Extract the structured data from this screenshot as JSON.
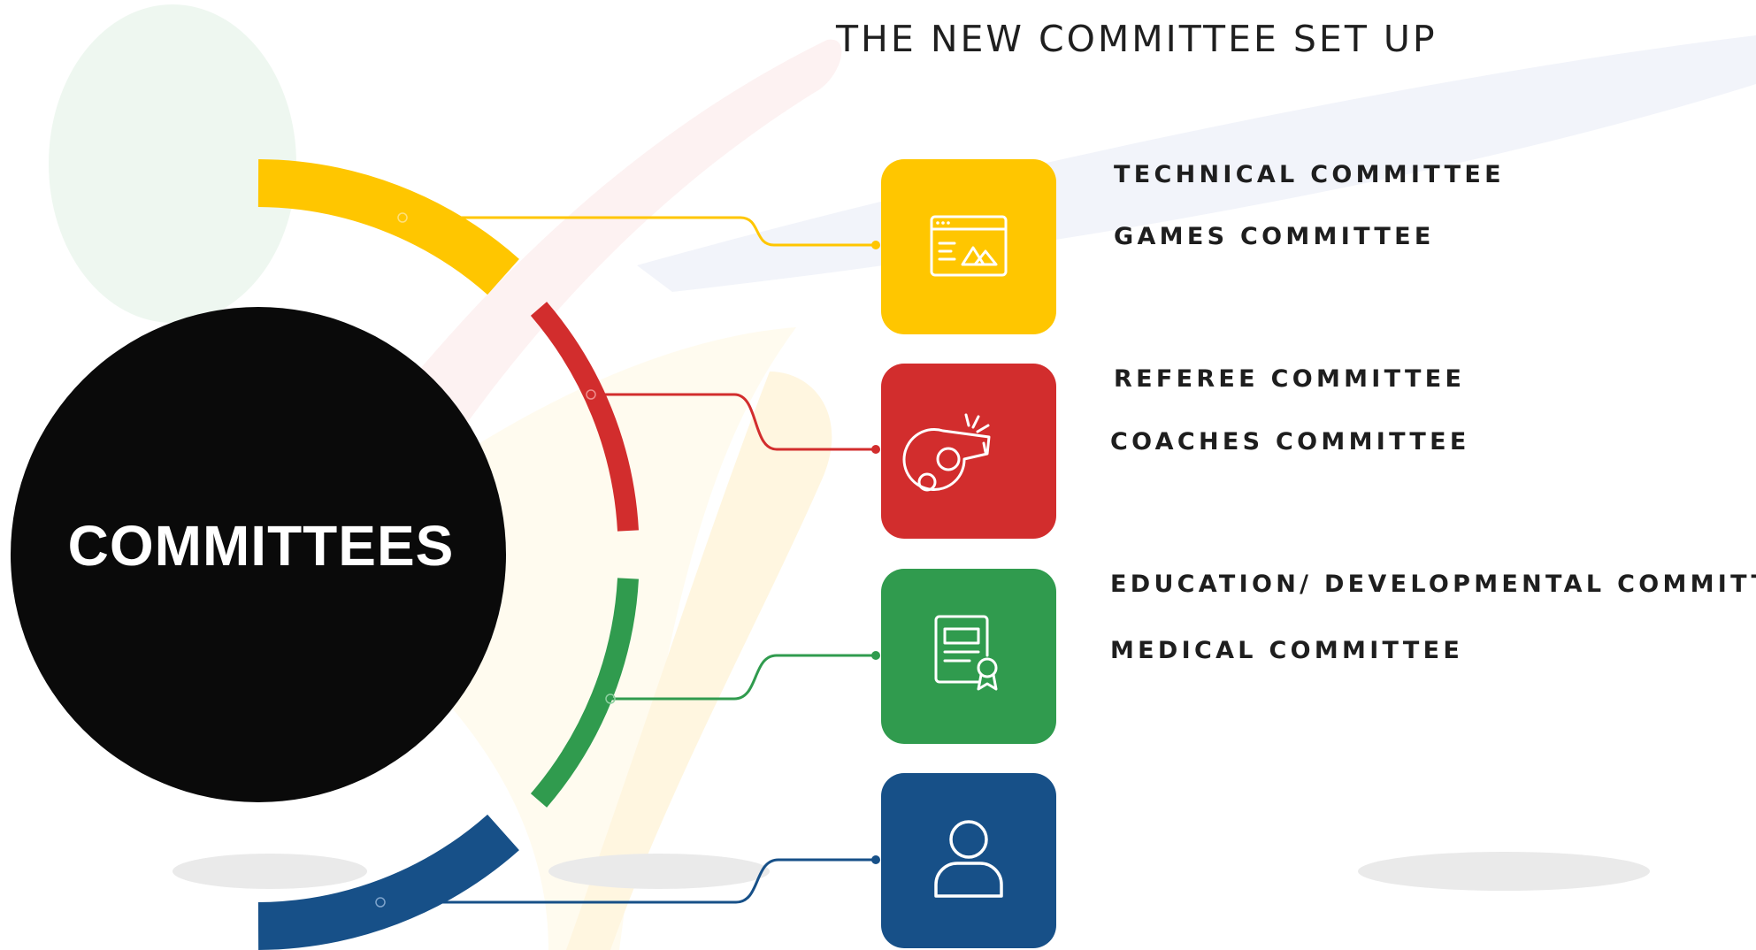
{
  "slide": {
    "title": "THE NEW COMMITTEE SET UP",
    "hub_label": "COMMITTEES"
  },
  "colors": {
    "yellow": "#FFC600",
    "red": "#D22D2D",
    "green": "#309B4E",
    "blue": "#175088",
    "hub": "#0A0A0A"
  },
  "groups": [
    {
      "color": "#FFC600",
      "icon": "browser-window-icon",
      "labels": [
        "TECHNICAL COMMITTEE",
        "GAMES COMMITTEE"
      ]
    },
    {
      "color": "#D22D2D",
      "icon": "whistle-icon",
      "labels": [
        "REFEREE COMMITTEE",
        "COACHES COMMITTEE"
      ]
    },
    {
      "color": "#309B4E",
      "icon": "certificate-icon",
      "labels": [
        "EDUCATION/ DEVELOPMENTAL COMMITTEE",
        "MEDICAL COMMITTEE"
      ]
    },
    {
      "color": "#175088",
      "icon": "user-icon",
      "labels": []
    }
  ]
}
